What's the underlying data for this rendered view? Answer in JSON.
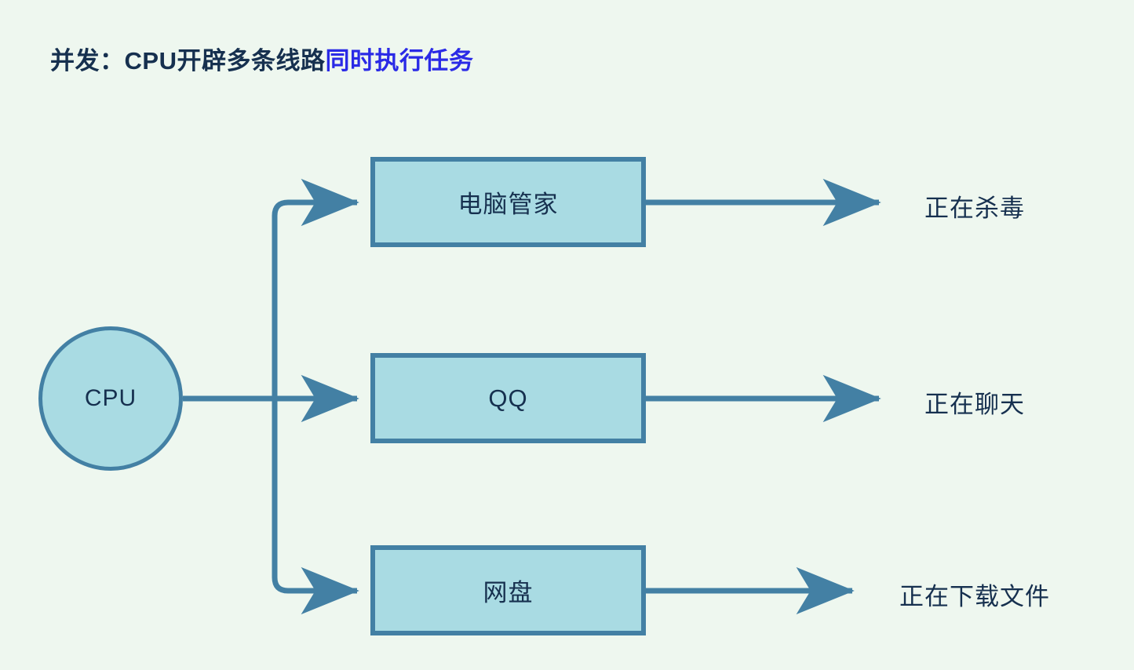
{
  "diagram": {
    "background_color": "#eef7ef",
    "title": {
      "lead_text": "并发：CPU开辟多条线路",
      "accent_text": "同时执行任务",
      "accent_color": "#2a2ae6",
      "text_color": "#16304f"
    },
    "palette": {
      "node_fill": "#a9dbe3",
      "node_stroke": "#4380a4",
      "connector": "#4380a4",
      "label_text": "#16304f"
    },
    "source_node": {
      "label": "CPU",
      "shape": "circle"
    },
    "branches": [
      {
        "task_label": "电脑管家",
        "status_label": "正在杀毒"
      },
      {
        "task_label": "QQ",
        "status_label": "正在聊天"
      },
      {
        "task_label": "网盘",
        "status_label": "正在下载文件"
      }
    ]
  }
}
